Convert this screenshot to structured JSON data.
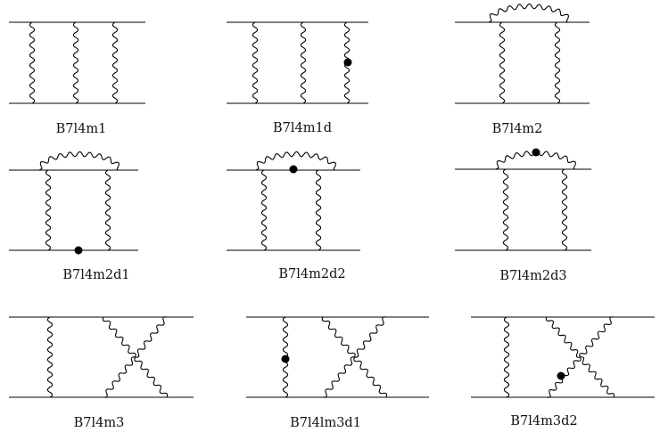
{
  "diagrams": [
    {
      "label": "B7l4m1",
      "kind": "m1",
      "dot": null
    },
    {
      "label": "B7l4m1d",
      "kind": "m1",
      "dot": "rung-right"
    },
    {
      "label": "B7l4m2",
      "kind": "m2",
      "dot": null
    },
    {
      "label": "B7l4m2d1",
      "kind": "m2",
      "dot": "bottom-line"
    },
    {
      "label": "B7l4m2d2",
      "kind": "m2",
      "dot": "top-line"
    },
    {
      "label": "B7l4m2d3",
      "kind": "m2",
      "dot": "arc"
    },
    {
      "label": "B7l4m3",
      "kind": "m3",
      "dot": null
    },
    {
      "label": "B7l4lm3d1",
      "kind": "m3",
      "dot": "rung-left"
    },
    {
      "label": "B7l4m3d2",
      "kind": "m3",
      "dot": "cross"
    }
  ]
}
